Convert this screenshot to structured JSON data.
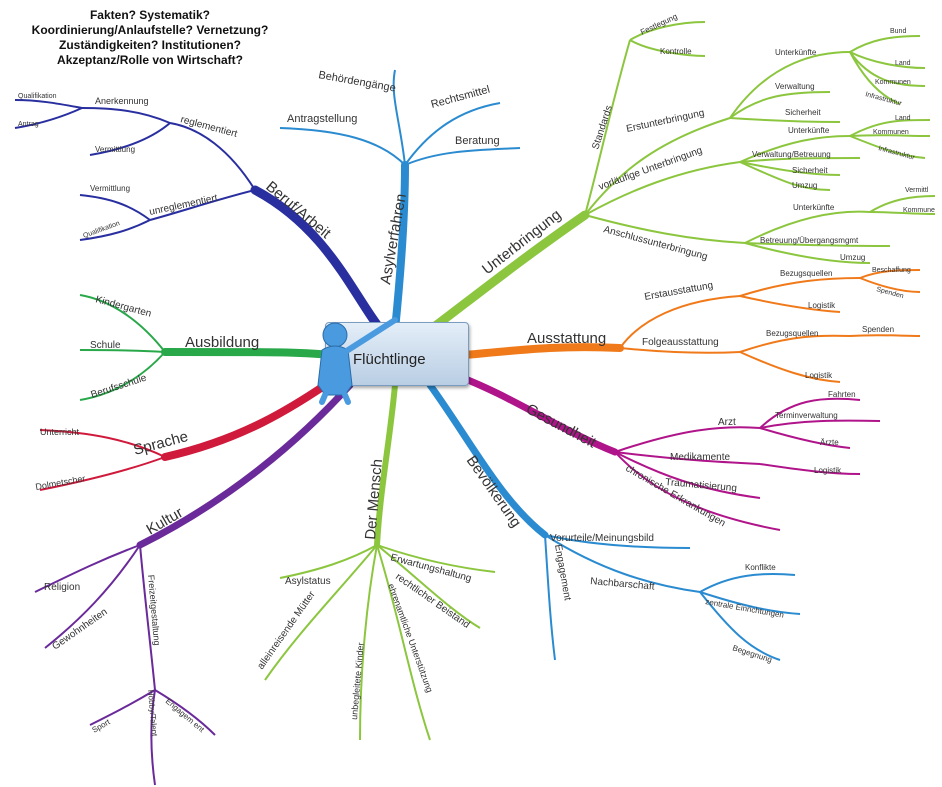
{
  "questions": [
    "Fakten? Systematik?",
    "Koordinierung/Anlaufstelle? Vernetzung?",
    "Zuständigkeiten? Institutionen?",
    "Akzeptanz/Rolle von Wirtschaft?"
  ],
  "center": {
    "label": "Flüchtlinge"
  },
  "branches": {
    "beruf": {
      "label": "Beruf/Arbeit",
      "color": "#2a2fa0",
      "reglementiert": "reglementiert",
      "unreglementiert": "unreglementiert",
      "anerkennung": "Anerkennung",
      "qualifikation1": "Qualifikation",
      "antrag": "Antrag",
      "vermittlung1": "Vermittlung",
      "vermittlung2": "Vermittlung",
      "qualifikation2": "Qualifikation"
    },
    "asyl": {
      "label": "Asylverfahren",
      "color": "#2b8bd0",
      "behoerdengaenge": "Behördengänge",
      "antragstellung": "Antragstellung",
      "rechtsmittel": "Rechtsmittel",
      "beratung": "Beratung"
    },
    "unterbringung": {
      "label": "Unterbringung",
      "color": "#8cc63f",
      "standards": "Standards",
      "festlegung": "Festlegung",
      "kontrolle": "Kontrolle",
      "erst": "Erstunterbringung",
      "erst_unterkuenfte": "Unterkünfte",
      "erst_bund": "Bund",
      "erst_land": "Land",
      "erst_kommunen": "Kommunen",
      "erst_infrastruktur": "Infrastruktur",
      "erst_verwaltung": "Verwaltung",
      "erst_sicherheit": "Sicherheit",
      "vorl": "vorläufige Unterbringung",
      "vorl_unterkuenfte": "Unterkünfte",
      "vorl_land": "Land",
      "vorl_kommunen": "Kommunen",
      "vorl_infrastruktur": "Infrastruktur",
      "vorl_verwaltung": "Verwaltung/Betreuung",
      "vorl_sicherheit": "Sicherheit",
      "vorl_umzug": "Umzug",
      "ansch": "Anschlussunterbringung",
      "ansch_unterkuenfte": "Unterkünfte",
      "ansch_vermittlung": "Vermittl",
      "ansch_kommune": "Kommune",
      "ansch_betreuung": "Betreuung/Übergangsmgmt",
      "ansch_umzug": "Umzug"
    },
    "ausstattung": {
      "label": "Ausstattung",
      "color": "#f07a1a",
      "erst": "Erstausstattung",
      "bezugsquellen1": "Bezugsquellen",
      "beschaffung": "Beschaffung",
      "spenden1": "Spenden",
      "logistik1": "Logistik",
      "folge": "Folgeausstattung",
      "bezugsquellen2": "Bezugsquellen",
      "spenden2": "Spenden",
      "logistik2": "Logistik"
    },
    "gesundheit": {
      "label": "Gesundheit",
      "color": "#b0148a",
      "arzt": "Arzt",
      "fahrten": "Fahrten",
      "terminverwaltung": "Terminverwaltung",
      "aerzte": "Ärzte",
      "medikamente": "Medikamente",
      "logistik": "Logistik",
      "traumatisierung": "Traumatisierung",
      "chronische": "chronische Erkrankungen"
    },
    "bevoelkerung": {
      "label": "Bevölkerung",
      "color": "#2b8bd0",
      "vorurteile": "Vorurteile/Meinungsbild",
      "engagement": "Engagement",
      "nachbarschaft": "Nachbarschaft",
      "konflikte": "Konflikte",
      "zentrale": "zentrale Einrichtungen",
      "begegnung": "Begegnung"
    },
    "mensch": {
      "label": "Der Mensch",
      "color": "#8cc63f",
      "asylstatus": "Asylstatus",
      "erwartungshaltung": "Erwartungshaltung",
      "rechtlicher": "rechtlicher Beistand",
      "ehrenamt": "ehrenamtliche Unterstützung",
      "unbegleitete": "unbegleitete Kinder",
      "muetter": "alleinreisende Mütter"
    },
    "kultur": {
      "label": "Kultur",
      "color": "#6a2a9a",
      "religion": "Religion",
      "gewohnheiten": "Gewohnheiten",
      "freizeit": "Freizeitgestaltung",
      "sport": "Sport",
      "hobby": "Hobby/Talent",
      "engagement": "Engagem ent"
    },
    "sprache": {
      "label": "Sprache",
      "color": "#d01a3c",
      "unterricht": "Unterricht",
      "dolmetscher": "Dolmetscher"
    },
    "ausbildung": {
      "label": "Ausbildung",
      "color": "#29a84a",
      "kindergarten": "Kindergarten",
      "schule": "Schule",
      "berufsschule": "Berufsschule"
    }
  }
}
